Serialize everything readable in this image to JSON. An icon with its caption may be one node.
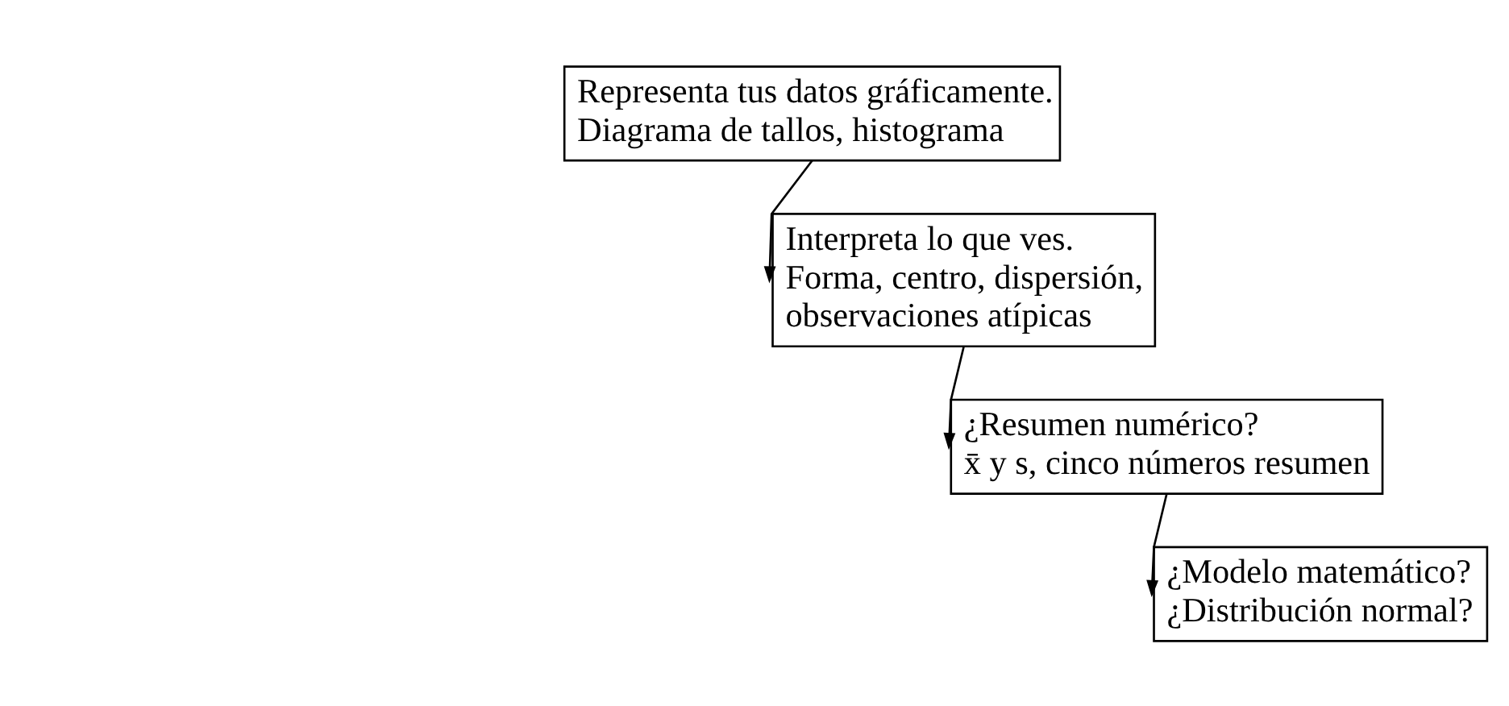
{
  "diagram": {
    "nodes": [
      {
        "text": [
          "Representa tus datos gráficamente.",
          "Diagrama de tallos, histograma"
        ]
      },
      {
        "text": [
          "Interpreta lo que ves.",
          "Forma, centro, dispersión, observaciones atípicas"
        ]
      },
      {
        "text": [
          "¿Resumen numérico?",
          "x̄ y s, cinco números resumen"
        ]
      },
      {
        "text": [
          "¿Modelo matemático?",
          "¿Distribución normal?"
        ]
      }
    ],
    "edges": [
      {
        "from": 0,
        "to": 1,
        "arrow": "to"
      },
      {
        "from": 1,
        "to": 2,
        "arrow": "to"
      },
      {
        "from": 2,
        "to": 3,
        "arrow": "to"
      }
    ]
  }
}
